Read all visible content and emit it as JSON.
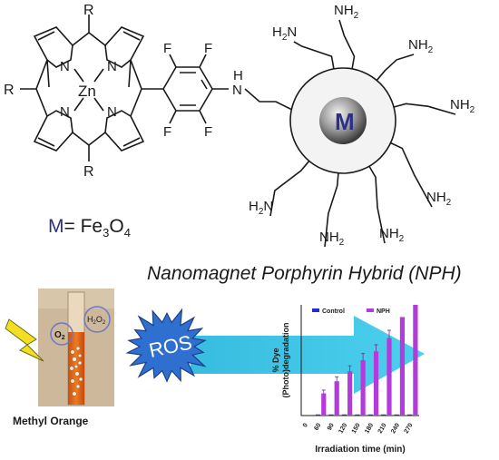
{
  "molecule": {
    "r_label": "R",
    "zn_label": "Zn",
    "n_label": "N",
    "f_label": "F",
    "h_label": "H",
    "amine_n": "N",
    "amine_h": "H",
    "core_label": "M",
    "nh2_prefix": "NH",
    "nh2_sub": "2",
    "h2n_prefix": "H",
    "h2n_sub": "2",
    "h2n_suffix": "N"
  },
  "core_definition": {
    "symbol": "M",
    "equals": "= Fe",
    "sub1": "3",
    "mid": "O",
    "sub2": "4"
  },
  "hybrid_title": "Nanomagnet Porphyrin Hybrid (NPH)",
  "vial": {
    "o2_prefix": "O",
    "o2_sub": "2",
    "h2o2_p1": "H",
    "h2o2_s1": "2",
    "h2o2_p2": "O",
    "h2o2_s2": "2",
    "caption": "Methyl Orange"
  },
  "ros_label": "ROS",
  "colors": {
    "control": "#1f2bd6",
    "nph": "#b33bdc",
    "arrow": "#29c3e6",
    "burst": "#2f6fd0",
    "bolt": "#f3df21",
    "core": "#2b2f86",
    "vial_liquid": "#e46a1d"
  },
  "chart_data": {
    "type": "bar",
    "title": "",
    "xlabel": "Irradiation time (min)",
    "ylabel": "% Dye (Photo)degradation",
    "categories": [
      "0",
      "60",
      "90",
      "120",
      "150",
      "180",
      "210",
      "240",
      "270"
    ],
    "series": [
      {
        "name": "Control",
        "values": [
          0,
          1,
          1,
          1,
          1,
          1,
          1,
          1,
          1
        ]
      },
      {
        "name": "NPH",
        "values": [
          0,
          20,
          31,
          40,
          50,
          58,
          70,
          89,
          100
        ],
        "errors": [
          0,
          3,
          4,
          5,
          6,
          6,
          7,
          0,
          0
        ]
      }
    ],
    "ylim": [
      0,
      100
    ],
    "grid": false,
    "legend": "top"
  }
}
